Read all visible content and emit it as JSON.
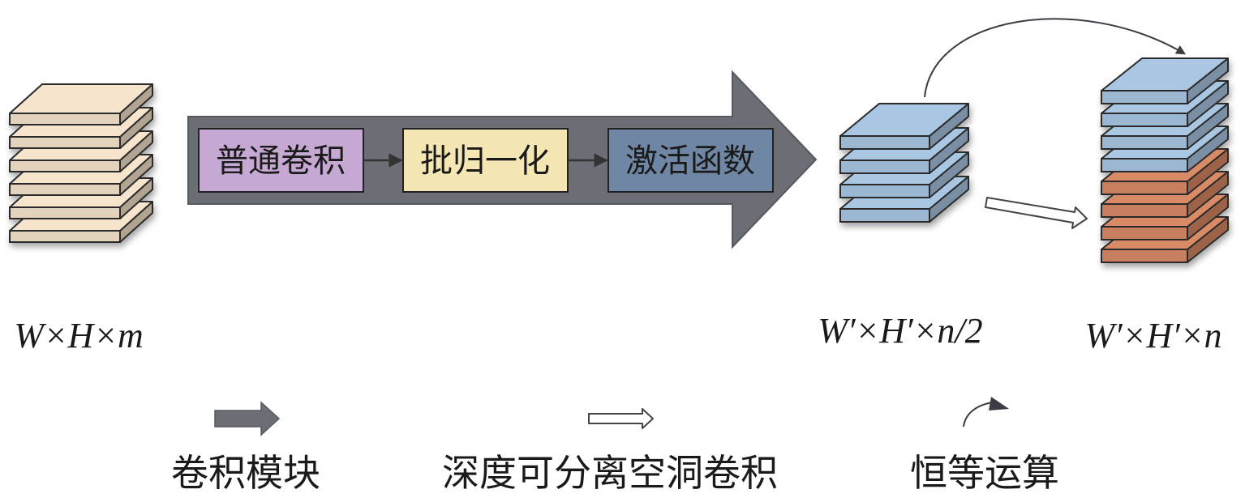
{
  "pipeline": {
    "steps": [
      {
        "label": "普通卷积",
        "color": "#c6a9d3"
      },
      {
        "label": "批归一化",
        "color": "#f5e7b3"
      },
      {
        "label": "激活函数",
        "color": "#6f87a5"
      }
    ],
    "arrow_color": "#6b6e75"
  },
  "blocks": {
    "input": {
      "label": "W×H×m",
      "color": "#f7e4cc",
      "layers": 6
    },
    "middle": {
      "label": "W′×H′×n/2",
      "color": "#a9c7e3",
      "layers": 4
    },
    "output": {
      "label": "W′×H′×n",
      "top_color": "#a9c7e3",
      "bottom_color": "#d98a66",
      "top_layers": 4,
      "bottom_layers": 4
    }
  },
  "legend": {
    "conv_block": "卷积模块",
    "depthwise_separable_dilated_conv": "深度可分离空洞卷积",
    "identity_op": "恒等运算"
  }
}
